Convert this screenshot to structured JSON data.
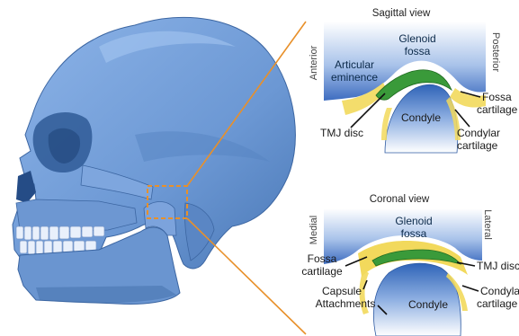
{
  "sagittal": {
    "title": "Sagittal view",
    "anterior": "Anterior",
    "posterior": "Posterior",
    "glenoid_line1": "Glenoid",
    "glenoid_line2": "fossa",
    "articular_line1": "Articular",
    "articular_line2": "eminence",
    "tmj_disc": "TMJ disc",
    "condyle": "Condyle",
    "condylar_line1": "Condylar",
    "condylar_line2": "cartilage",
    "fossa_line1": "Fossa",
    "fossa_line2": "cartilage"
  },
  "coronal": {
    "title": "Coronal view",
    "medial": "Medial",
    "lateral": "Lateral",
    "glenoid_line1": "Glenoid",
    "glenoid_line2": "fossa",
    "fossa_line1": "Fossa",
    "fossa_line2": "cartilage",
    "tmj_disc": "TMJ disc",
    "capsule_line1": "Capsule",
    "capsule_line2": "Attachments",
    "condyle": "Condyle",
    "condylar_line1": "Condylar",
    "condylar_line2": "cartilage"
  },
  "colors": {
    "bone_blue": "#6f9bd6",
    "bone_dark": "#3f6fae",
    "disc_green": "#3a9a3a",
    "cartilage_yellow": "#f2d95c",
    "guide_orange": "#e8902a"
  },
  "icons": [
    "skull-illustration",
    "roi-box",
    "sagittal-joint-illustration",
    "coronal-joint-illustration"
  ]
}
